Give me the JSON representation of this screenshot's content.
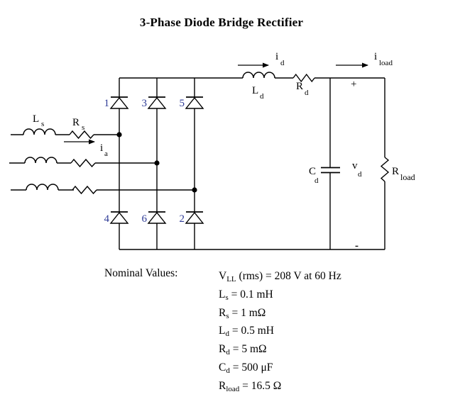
{
  "title": "3-Phase Diode Bridge Rectifier",
  "colors": {
    "line": "#000000",
    "diode_number": "#2d3a96",
    "background": "#ffffff"
  },
  "circuit": {
    "diodes": {
      "top": [
        "1",
        "3",
        "5"
      ],
      "bottom": [
        "4",
        "6",
        "2"
      ]
    },
    "labels": {
      "ls": {
        "main": "L",
        "sub": "s"
      },
      "rs": {
        "main": "R",
        "sub": "s"
      },
      "ia": {
        "main": "i",
        "sub": "a"
      },
      "id": {
        "main": "i",
        "sub": "d"
      },
      "ld": {
        "main": "L",
        "sub": "d"
      },
      "rd": {
        "main": "R",
        "sub": "d"
      },
      "iload": {
        "main": "i",
        "sub": "load"
      },
      "cd": {
        "main": "C",
        "sub": "d"
      },
      "vd": {
        "main": "v",
        "sub": "d"
      },
      "rload": {
        "main": "R",
        "sub": "load"
      },
      "plus": "+",
      "minus": "-"
    }
  },
  "nominal": {
    "heading": "Nominal Values:",
    "lines": [
      {
        "main": "V",
        "sub": "LL",
        "rest": " (rms) = 208 V at 60 Hz"
      },
      {
        "main": "L",
        "sub": "s",
        "rest": " = 0.1 mH"
      },
      {
        "main": "R",
        "sub": "s",
        "rest": " = 1 mΩ"
      },
      {
        "main": "L",
        "sub": "d",
        "rest": " = 0.5 mH"
      },
      {
        "main": "R",
        "sub": "d",
        "rest": " = 5 mΩ"
      },
      {
        "main": "C",
        "sub": "d",
        "rest": " = 500 μF"
      },
      {
        "main": "R",
        "sub": "load",
        "rest": " = 16.5 Ω"
      }
    ]
  }
}
